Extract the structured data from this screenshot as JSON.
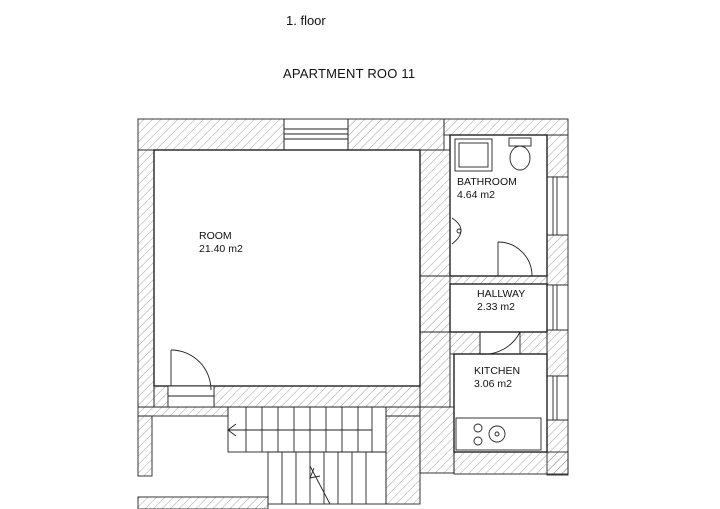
{
  "floor_label": "1. floor",
  "title": "APARTMENT ROO 11",
  "rooms": [
    {
      "name": "ROOM",
      "area": "21.40 m2"
    },
    {
      "name": "BATHROOM",
      "area": "4.64 m2"
    },
    {
      "name": "HALLWAY",
      "area": "2.33 m2"
    },
    {
      "name": "KITCHEN",
      "area": "3.06 m2"
    }
  ],
  "colors": {
    "line": "#222222",
    "hatch": "#777777",
    "background": "#ffffff"
  }
}
